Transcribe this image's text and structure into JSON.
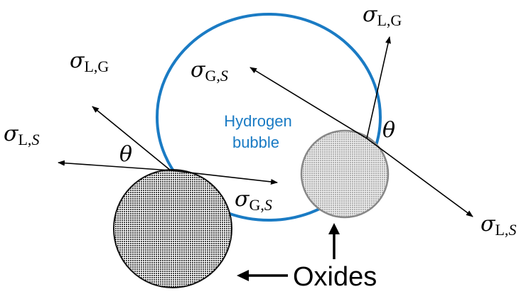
{
  "colors": {
    "bubble": "#1a7bc4",
    "large_oxide": "#555555",
    "small_oxide": "#c8c8c8"
  },
  "labels": {
    "sigma": "σ",
    "theta": "θ",
    "lg_sub": "L,G",
    "ls_sub_a": "L,",
    "ls_sub_b": "S",
    "gs_sub_a": "G,",
    "gs_sub_b": "S",
    "bubble_line1": "Hydrogen",
    "bubble_line2": "bubble",
    "oxides": "Oxides"
  }
}
